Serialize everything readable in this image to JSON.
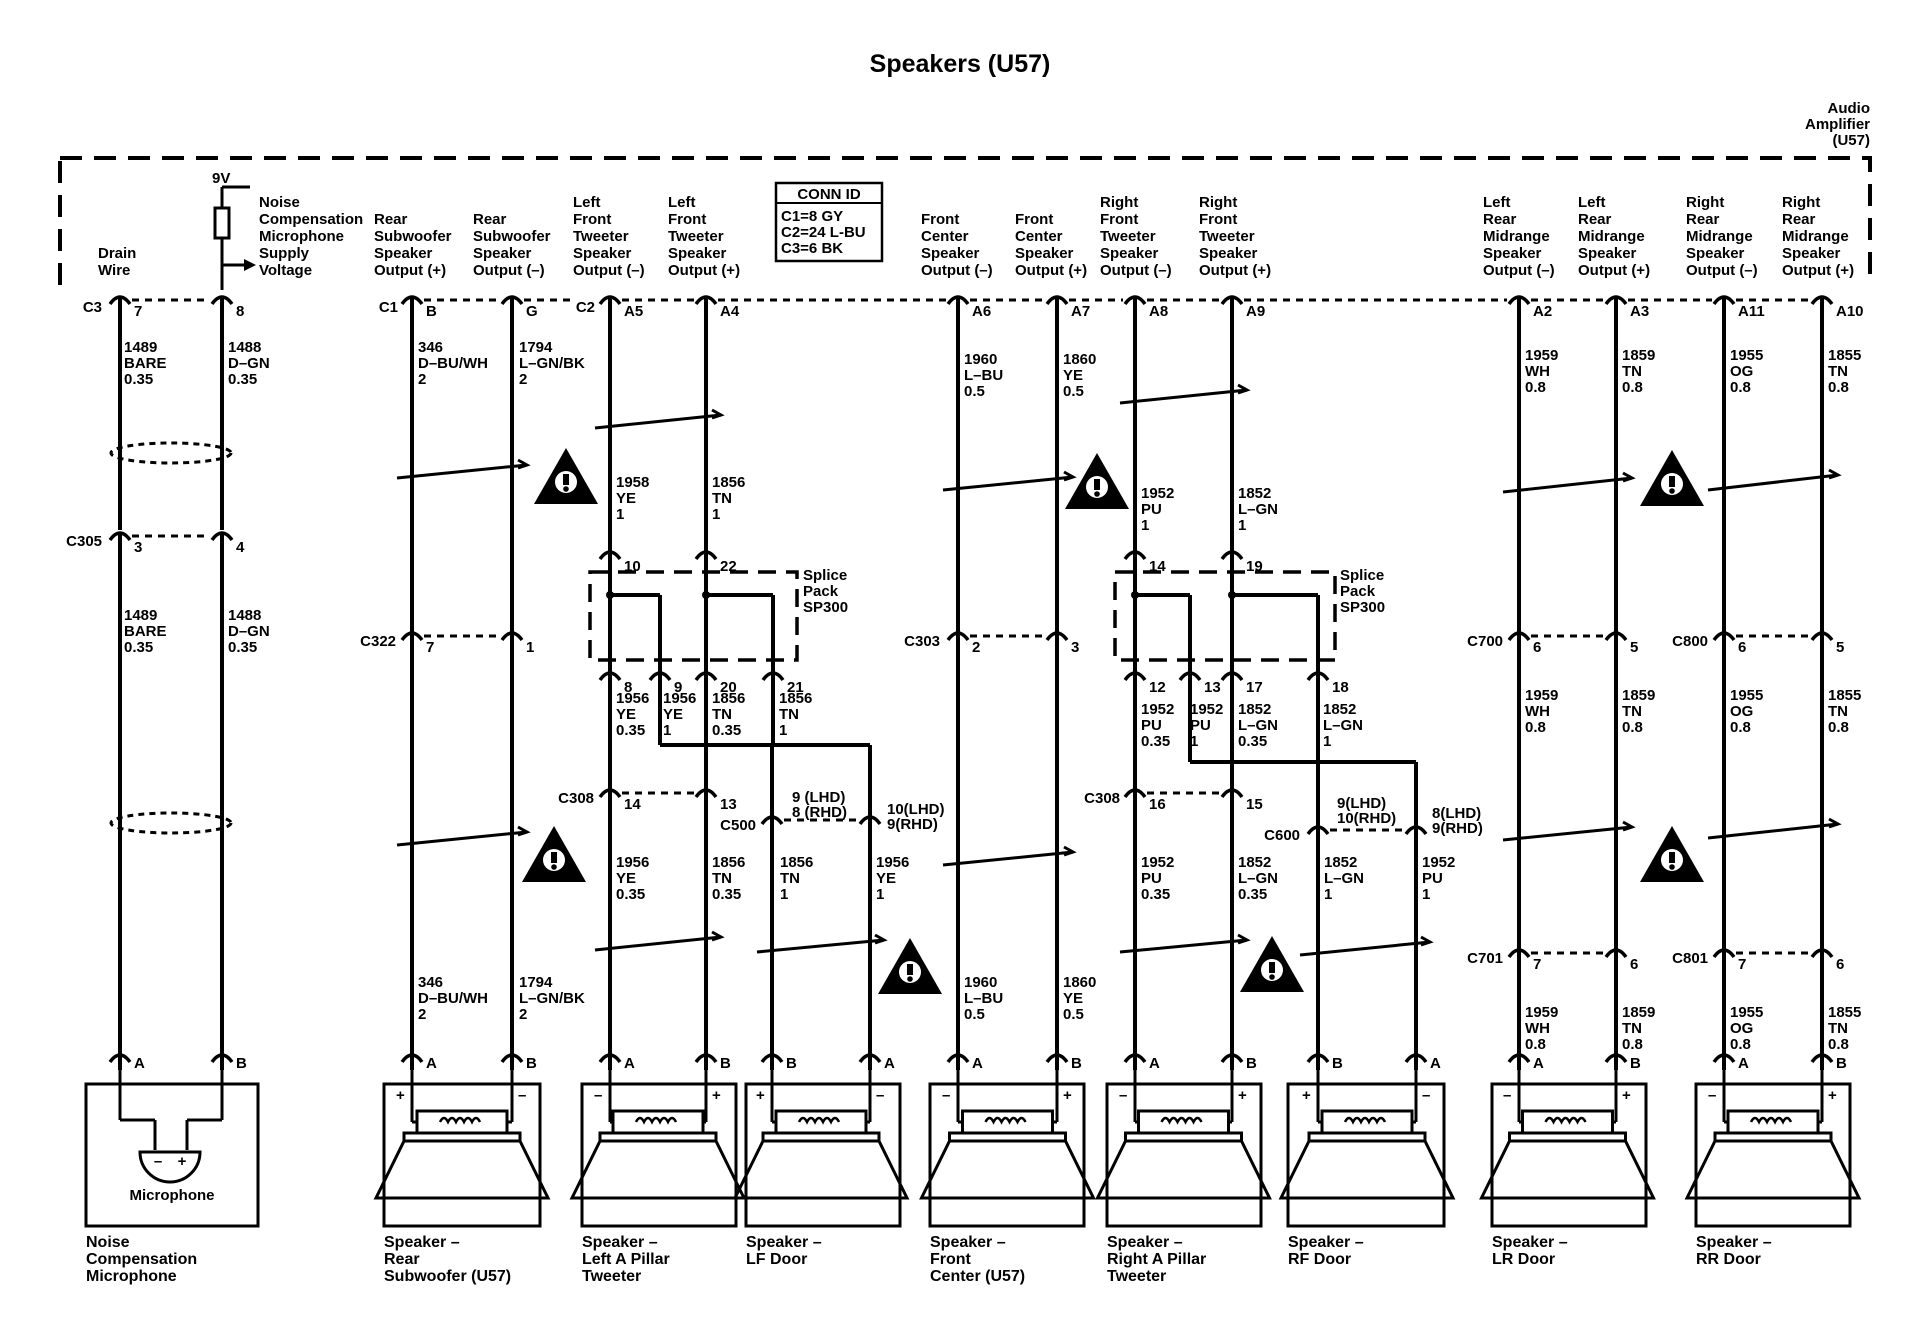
{
  "title": "Speakers (U57)",
  "amplifier": {
    "label": [
      "Audio",
      "Amplifier",
      "(U57)"
    ]
  },
  "voltage_label": "9V",
  "conn_id": {
    "title": "CONN ID",
    "lines": [
      "C1=8 GY",
      "C2=24 L-BU",
      "C3=6 BK"
    ]
  },
  "splice_label": [
    "Splice",
    "Pack",
    "SP300"
  ],
  "outputs": [
    {
      "id": "drain",
      "lines": [
        "Drain",
        "Wire"
      ]
    },
    {
      "id": "ncm-supply",
      "lines": [
        "Noise",
        "Compensation",
        "Microphone",
        "Supply",
        "Voltage"
      ]
    },
    {
      "id": "rsub-pos",
      "lines": [
        "Rear",
        "Subwoofer",
        "Speaker",
        "Output (+)"
      ]
    },
    {
      "id": "rsub-neg",
      "lines": [
        "Rear",
        "Subwoofer",
        "Speaker",
        "Output (–)"
      ]
    },
    {
      "id": "lft-neg",
      "lines": [
        "Left",
        "Front",
        "Tweeter",
        "Speaker",
        "Output (–)"
      ]
    },
    {
      "id": "lft-pos",
      "lines": [
        "Left",
        "Front",
        "Tweeter",
        "Speaker",
        "Output (+)"
      ]
    },
    {
      "id": "fc-neg",
      "lines": [
        "Front",
        "Center",
        "Speaker",
        "Output (–)"
      ]
    },
    {
      "id": "fc-pos",
      "lines": [
        "Front",
        "Center",
        "Speaker",
        "Output (+)"
      ]
    },
    {
      "id": "rft-neg",
      "lines": [
        "Right",
        "Front",
        "Tweeter",
        "Speaker",
        "Output (–)"
      ]
    },
    {
      "id": "rft-pos",
      "lines": [
        "Right",
        "Front",
        "Tweeter",
        "Speaker",
        "Output (+)"
      ]
    },
    {
      "id": "lrm-neg",
      "lines": [
        "Left",
        "Rear",
        "Midrange",
        "Speaker",
        "Output (–)"
      ]
    },
    {
      "id": "lrm-pos",
      "lines": [
        "Left",
        "Rear",
        "Midrange",
        "Speaker",
        "Output (+)"
      ]
    },
    {
      "id": "rrm-neg",
      "lines": [
        "Right",
        "Rear",
        "Midrange",
        "Speaker",
        "Output (–)"
      ]
    },
    {
      "id": "rrm-pos",
      "lines": [
        "Right",
        "Rear",
        "Midrange",
        "Speaker",
        "Output (+)"
      ]
    }
  ],
  "connectors": [
    {
      "id": "c3",
      "name": "C3",
      "pins": [
        "7",
        "8"
      ]
    },
    {
      "id": "c1",
      "name": "C1",
      "pins": [
        "B",
        "G"
      ]
    },
    {
      "id": "c2",
      "name": "C2",
      "pins": [
        "A5",
        "A4",
        "A6",
        "A7",
        "A8",
        "A9",
        "A2",
        "A3",
        "A11",
        "A10"
      ]
    },
    {
      "id": "c305",
      "name": "C305",
      "pins": [
        "3",
        "4"
      ]
    },
    {
      "id": "c322",
      "name": "C322",
      "pins": [
        "7",
        "1"
      ]
    },
    {
      "id": "c303",
      "name": "C303",
      "pins": [
        "2",
        "3"
      ]
    },
    {
      "id": "c700",
      "name": "C700",
      "pins": [
        "6",
        "5"
      ]
    },
    {
      "id": "c800",
      "name": "C800",
      "pins": [
        "6",
        "5"
      ]
    },
    {
      "id": "c308-l",
      "name": "C308",
      "pins": [
        "14",
        "13"
      ]
    },
    {
      "id": "c308-r",
      "name": "C308",
      "pins": [
        "16",
        "15"
      ]
    },
    {
      "id": "c500",
      "name": "C500",
      "pins": [
        "9 (LHD)",
        "8 (RHD)",
        "10(LHD)",
        "9(RHD)"
      ]
    },
    {
      "id": "c600",
      "name": "C600",
      "pins": [
        "9(LHD)",
        "10(RHD)",
        "8(LHD)",
        "9(RHD)"
      ]
    },
    {
      "id": "c701",
      "name": "C701",
      "pins": [
        "7",
        "6"
      ]
    },
    {
      "id": "c801",
      "name": "C801",
      "pins": [
        "7",
        "6"
      ]
    },
    {
      "id": "sp300-l",
      "name": "SP300",
      "pins": [
        "10",
        "22",
        "8",
        "9",
        "20",
        "21"
      ]
    },
    {
      "id": "sp300-r",
      "name": "SP300",
      "pins": [
        "14",
        "19",
        "12",
        "13",
        "17",
        "18"
      ]
    }
  ],
  "wires": [
    {
      "id": "w1",
      "lines": [
        "1489",
        "BARE",
        "0.35"
      ]
    },
    {
      "id": "w2",
      "lines": [
        "1488",
        "D–GN",
        "0.35"
      ]
    },
    {
      "id": "w3",
      "lines": [
        "1489",
        "BARE",
        "0.35"
      ]
    },
    {
      "id": "w4",
      "lines": [
        "1488",
        "D–GN",
        "0.35"
      ]
    },
    {
      "id": "w5",
      "lines": [
        "346",
        "D–BU/WH",
        "2"
      ]
    },
    {
      "id": "w6",
      "lines": [
        "1794",
        "L–GN/BK",
        "2"
      ]
    },
    {
      "id": "w7",
      "lines": [
        "346",
        "D–BU/WH",
        "2"
      ]
    },
    {
      "id": "w8",
      "lines": [
        "1794",
        "L–GN/BK",
        "2"
      ]
    },
    {
      "id": "w9",
      "lines": [
        "1958",
        "YE",
        "1"
      ]
    },
    {
      "id": "w10",
      "lines": [
        "1856",
        "TN",
        "1"
      ]
    },
    {
      "id": "w11",
      "lines": [
        "1956",
        "YE",
        "0.35"
      ]
    },
    {
      "id": "w12",
      "lines": [
        "1956",
        "YE",
        "1"
      ]
    },
    {
      "id": "w13",
      "lines": [
        "1856",
        "TN",
        "0.35"
      ]
    },
    {
      "id": "w14",
      "lines": [
        "1856",
        "TN",
        "1"
      ]
    },
    {
      "id": "w15",
      "lines": [
        "1956",
        "YE",
        "0.35"
      ]
    },
    {
      "id": "w16",
      "lines": [
        "1856",
        "TN",
        "0.35"
      ]
    },
    {
      "id": "w17",
      "lines": [
        "1856",
        "TN",
        "1"
      ]
    },
    {
      "id": "w18",
      "lines": [
        "1956",
        "YE",
        "1"
      ]
    },
    {
      "id": "w19",
      "lines": [
        "1960",
        "L–BU",
        "0.5"
      ]
    },
    {
      "id": "w20",
      "lines": [
        "1860",
        "YE",
        "0.5"
      ]
    },
    {
      "id": "w21",
      "lines": [
        "1960",
        "L–BU",
        "0.5"
      ]
    },
    {
      "id": "w22",
      "lines": [
        "1860",
        "YE",
        "0.5"
      ]
    },
    {
      "id": "w23",
      "lines": [
        "1952",
        "PU",
        "1"
      ]
    },
    {
      "id": "w24",
      "lines": [
        "1852",
        "L–GN",
        "1"
      ]
    },
    {
      "id": "w25",
      "lines": [
        "1952",
        "PU",
        "0.35"
      ]
    },
    {
      "id": "w26",
      "lines": [
        "1952",
        "PU",
        "1"
      ]
    },
    {
      "id": "w27",
      "lines": [
        "1852",
        "L–GN",
        "0.35"
      ]
    },
    {
      "id": "w28",
      "lines": [
        "1852",
        "L–GN",
        "1"
      ]
    },
    {
      "id": "w29",
      "lines": [
        "1952",
        "PU",
        "0.35"
      ]
    },
    {
      "id": "w30",
      "lines": [
        "1852",
        "L–GN",
        "0.35"
      ]
    },
    {
      "id": "w31",
      "lines": [
        "1852",
        "L–GN",
        "1"
      ]
    },
    {
      "id": "w32",
      "lines": [
        "1952",
        "PU",
        "1"
      ]
    },
    {
      "id": "w33",
      "lines": [
        "1959",
        "WH",
        "0.8"
      ]
    },
    {
      "id": "w34",
      "lines": [
        "1859",
        "TN",
        "0.8"
      ]
    },
    {
      "id": "w35",
      "lines": [
        "1959",
        "WH",
        "0.8"
      ]
    },
    {
      "id": "w36",
      "lines": [
        "1859",
        "TN",
        "0.8"
      ]
    },
    {
      "id": "w37",
      "lines": [
        "1959",
        "WH",
        "0.8"
      ]
    },
    {
      "id": "w38",
      "lines": [
        "1859",
        "TN",
        "0.8"
      ]
    },
    {
      "id": "w39",
      "lines": [
        "1955",
        "OG",
        "0.8"
      ]
    },
    {
      "id": "w40",
      "lines": [
        "1855",
        "TN",
        "0.8"
      ]
    },
    {
      "id": "w41",
      "lines": [
        "1955",
        "OG",
        "0.8"
      ]
    },
    {
      "id": "w42",
      "lines": [
        "1855",
        "TN",
        "0.8"
      ]
    },
    {
      "id": "w43",
      "lines": [
        "1955",
        "OG",
        "0.8"
      ]
    },
    {
      "id": "w44",
      "lines": [
        "1855",
        "TN",
        "0.8"
      ]
    }
  ],
  "components": [
    {
      "id": "mic",
      "name": [
        "Noise",
        "Compensation",
        "Microphone"
      ],
      "inner": "Microphone",
      "pins": [
        "A",
        "B"
      ]
    },
    {
      "id": "sub",
      "name": [
        "Speaker –",
        "Rear",
        "Subwoofer (U57)"
      ],
      "pins": [
        "A",
        "B"
      ],
      "polarity": [
        "+",
        "–"
      ]
    },
    {
      "id": "lap",
      "name": [
        "Speaker –",
        "Left A Pillar",
        "Tweeter"
      ],
      "pins": [
        "A",
        "B"
      ],
      "polarity": [
        "–",
        "+"
      ]
    },
    {
      "id": "lf",
      "name": [
        "Speaker –",
        "LF Door"
      ],
      "pins": [
        "B",
        "A"
      ],
      "polarity": [
        "+",
        "–"
      ]
    },
    {
      "id": "fc",
      "name": [
        "Speaker –",
        "Front",
        "Center (U57)"
      ],
      "pins": [
        "A",
        "B"
      ],
      "polarity": [
        "–",
        "+"
      ]
    },
    {
      "id": "rap",
      "name": [
        "Speaker –",
        "Right A Pillar",
        "Tweeter"
      ],
      "pins": [
        "A",
        "B"
      ],
      "polarity": [
        "–",
        "+"
      ]
    },
    {
      "id": "rf",
      "name": [
        "Speaker –",
        "RF Door"
      ],
      "pins": [
        "B",
        "A"
      ],
      "polarity": [
        "+",
        "–"
      ]
    },
    {
      "id": "lr",
      "name": [
        "Speaker –",
        "LR Door"
      ],
      "pins": [
        "A",
        "B"
      ],
      "polarity": [
        "–",
        "+"
      ]
    },
    {
      "id": "rr",
      "name": [
        "Speaker –",
        "RR Door"
      ],
      "pins": [
        "A",
        "B"
      ],
      "polarity": [
        "–",
        "+"
      ]
    }
  ]
}
